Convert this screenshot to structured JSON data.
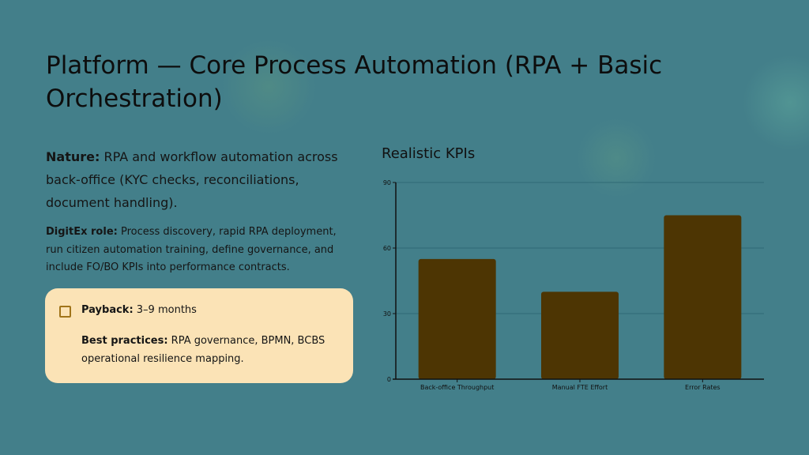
{
  "slide": {
    "title": "Platform — Core Process Automation (RPA + Basic Orchestration)",
    "nature_label": "Nature:",
    "nature_text": " RPA and workflow automation across back-office (KYC checks, reconciliations, document handling).",
    "role_label": "DigitEx role:",
    "role_text": " Process discovery, rapid RPA deployment, run citizen automation training, define governance, and include FO/BO KPIs into performance contracts.",
    "card": {
      "icon": "sticky-note-icon",
      "payback_label": "Payback:",
      "payback_text": " 3–9 months",
      "best_label": "Best practices:",
      "best_text": " RPA governance, BPMN, BCBS operational resilience mapping."
    }
  },
  "chart_data": {
    "type": "bar",
    "title": "Realistic KPIs",
    "categories": [
      "Back-office Throughput",
      "Manual FTE Effort",
      "Error Rates"
    ],
    "values": [
      55,
      40,
      75
    ],
    "yticks": [
      0,
      30,
      60,
      90
    ],
    "ylim": [
      0,
      90
    ],
    "xlabel": "",
    "ylabel": "",
    "grid": true,
    "bar_color": "#4d3503"
  }
}
